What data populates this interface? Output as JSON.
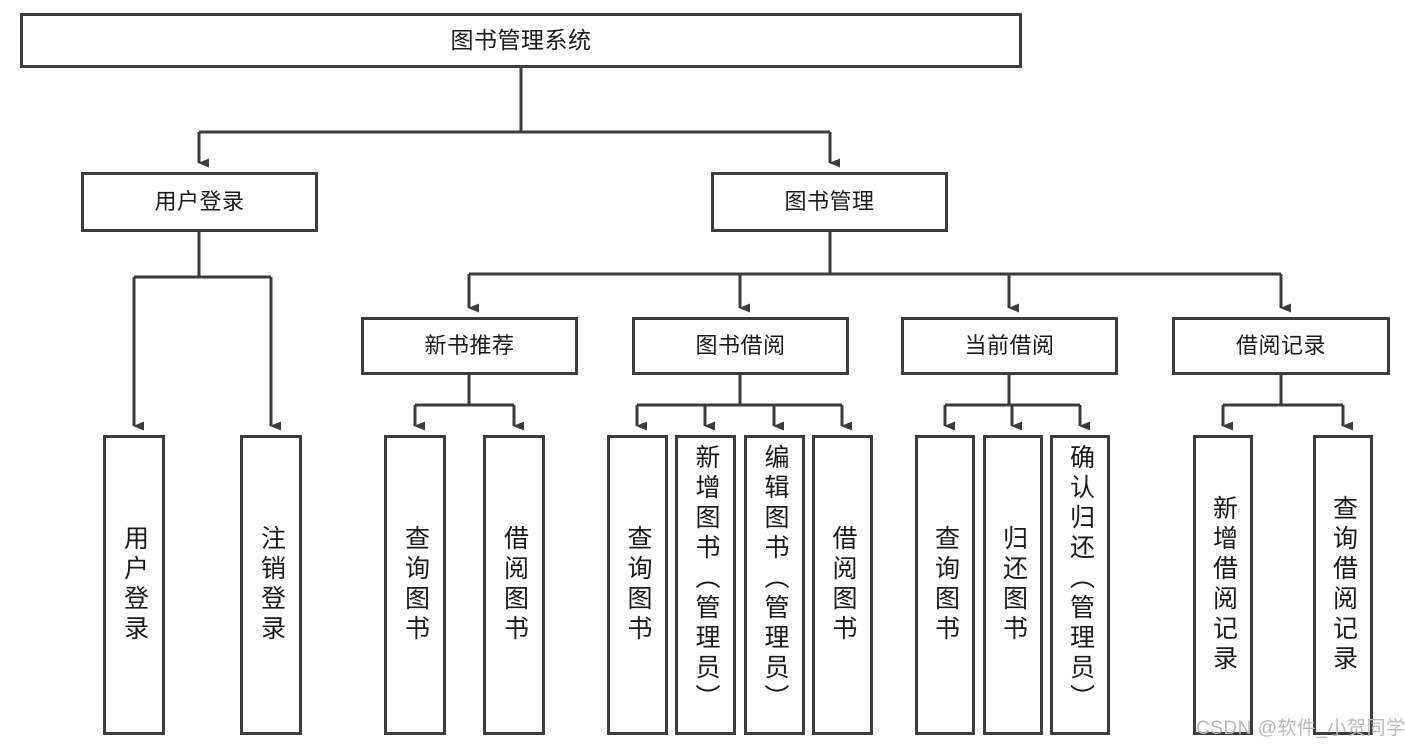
{
  "diagram": {
    "title": "图书管理系统",
    "type": "tree",
    "watermark": "CSDN @软件_小贺同学",
    "style": {
      "box_border": "#3c3c3c",
      "box_fill": "#ffffff",
      "connector": "#3c3c3c",
      "text": "#1a1a1a",
      "background": "#ffffff",
      "watermark_color": "#b9b9b9"
    },
    "levels": {
      "root": {
        "label": "图书管理系统"
      },
      "level2": [
        {
          "id": "user-login",
          "label": "用户登录"
        },
        {
          "id": "book-management",
          "label": "图书管理"
        }
      ],
      "level3": [
        {
          "id": "new-book-recommend",
          "label": "新书推荐",
          "parent": "book-management"
        },
        {
          "id": "book-borrow",
          "label": "图书借阅",
          "parent": "book-management"
        },
        {
          "id": "current-borrow",
          "label": "当前借阅",
          "parent": "book-management"
        },
        {
          "id": "borrow-record",
          "label": "借阅记录",
          "parent": "book-management"
        }
      ],
      "leaves": [
        {
          "id": "leaf-user-login",
          "label": "用户登录",
          "parent": "user-login"
        },
        {
          "id": "leaf-logout-login",
          "label": "注销登录",
          "parent": "user-login"
        },
        {
          "id": "leaf-query-book-1",
          "label": "查询图书",
          "parent": "new-book-recommend"
        },
        {
          "id": "leaf-borrow-book-1",
          "label": "借阅图书",
          "parent": "new-book-recommend"
        },
        {
          "id": "leaf-query-book-2",
          "label": "查询图书",
          "parent": "book-borrow"
        },
        {
          "id": "leaf-add-book",
          "label": "新增图书（管理员）",
          "parent": "book-borrow"
        },
        {
          "id": "leaf-edit-book",
          "label": "编辑图书（管理员）",
          "parent": "book-borrow"
        },
        {
          "id": "leaf-borrow-book-2",
          "label": "借阅图书",
          "parent": "book-borrow"
        },
        {
          "id": "leaf-query-book-3",
          "label": "查询图书",
          "parent": "current-borrow"
        },
        {
          "id": "leaf-return-book",
          "label": "归还图书",
          "parent": "current-borrow"
        },
        {
          "id": "leaf-confirm-return",
          "label": "确认归还（管理员）",
          "parent": "current-borrow"
        },
        {
          "id": "leaf-add-record",
          "label": "新增借阅记录",
          "parent": "borrow-record"
        },
        {
          "id": "leaf-query-record",
          "label": "查询借阅记录",
          "parent": "borrow-record"
        }
      ]
    }
  }
}
